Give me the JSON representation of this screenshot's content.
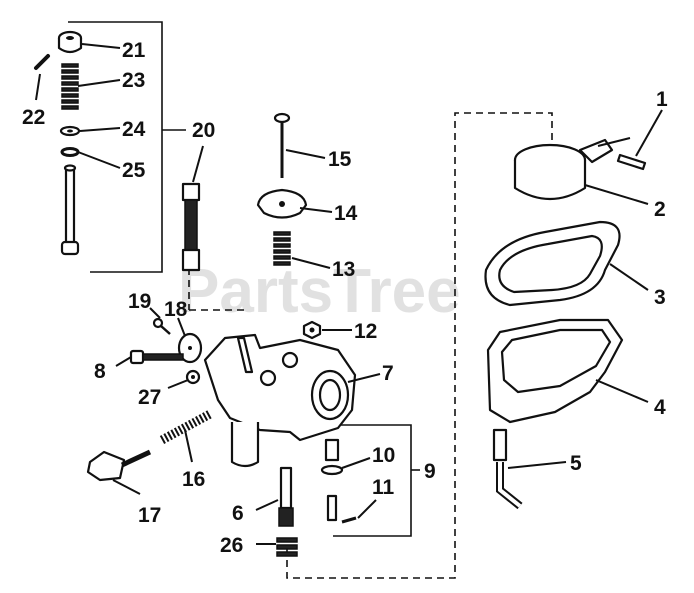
{
  "watermark": "PartsTree",
  "callouts": {
    "c1": "1",
    "c2": "2",
    "c3": "3",
    "c4": "4",
    "c5": "5",
    "c6": "6",
    "c7": "7",
    "c8": "8",
    "c9": "9",
    "c10": "10",
    "c11": "11",
    "c12": "12",
    "c13": "13",
    "c14": "14",
    "c15": "15",
    "c16": "16",
    "c17": "17",
    "c18": "18",
    "c19": "19",
    "c20": "20",
    "c21": "21",
    "c22": "22",
    "c23": "23",
    "c24": "24",
    "c25": "25",
    "c26": "26",
    "c27": "27"
  }
}
